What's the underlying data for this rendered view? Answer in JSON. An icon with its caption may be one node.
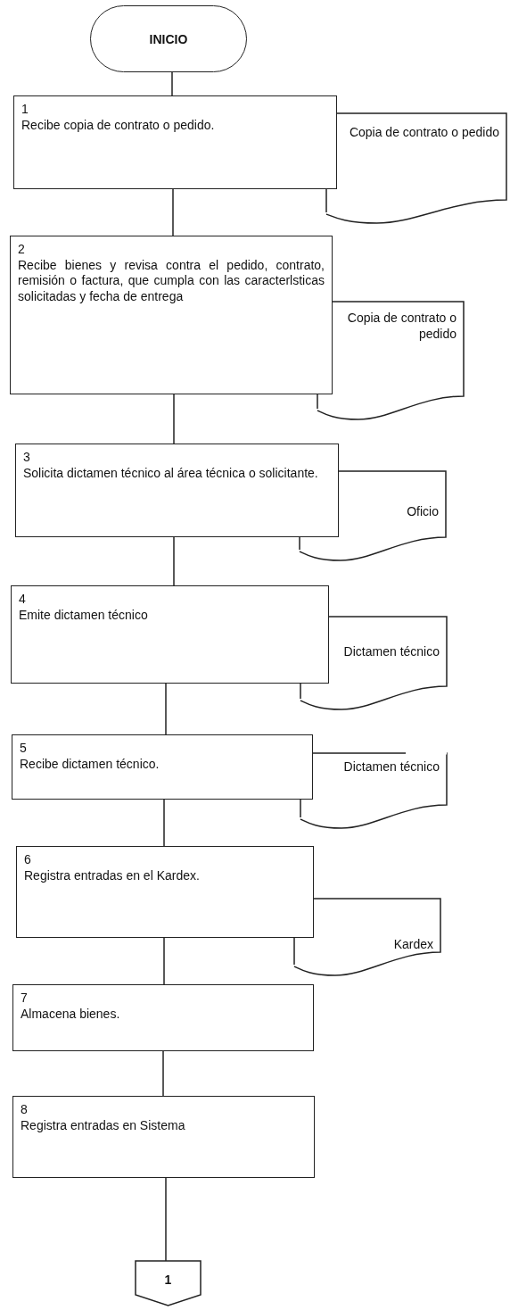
{
  "diagram": {
    "nodes": [
      {
        "text": [
          "INICIO"
        ]
      },
      {
        "text": [
          "1",
          "Recibe copia de contrato o pedido."
        ]
      },
      {
        "text": [
          "Copia de contrato o pedido"
        ]
      },
      {
        "text": [
          "2",
          "Recibe bienes y revisa contra el pedido, contrato, remisión o factura, que cumpla con las caracterlsticas solicitadas y fecha de entrega"
        ]
      },
      {
        "text": [
          "Copia de contrato o pedido"
        ]
      },
      {
        "text": [
          "3",
          "Solicita dictamen técnico al área técnica o solicitante."
        ]
      },
      {
        "text": [
          "Oficio"
        ]
      },
      {
        "text": [
          "4",
          "Emite dictamen técnico"
        ]
      },
      {
        "text": [
          "Dictamen técnico"
        ]
      },
      {
        "text": [
          "5",
          "Recibe dictamen técnico."
        ]
      },
      {
        "text": [
          "Dictamen técnico"
        ]
      },
      {
        "text": [
          "6",
          "Registra entradas en el Kardex."
        ]
      },
      {
        "text": [
          "Kardex"
        ]
      },
      {
        "text": [
          "7",
          "Almacena bienes."
        ]
      },
      {
        "text": [
          "8",
          "Registra entradas en Sistema"
        ]
      },
      {
        "text": [
          "1"
        ]
      }
    ],
    "edges": [
      {
        "from": 0,
        "to": 1,
        "arrow": "none"
      },
      {
        "from": 1,
        "to": 3,
        "arrow": "none"
      },
      {
        "from": 3,
        "to": 5,
        "arrow": "none"
      },
      {
        "from": 5,
        "to": 7,
        "arrow": "none"
      },
      {
        "from": 7,
        "to": 9,
        "arrow": "none"
      },
      {
        "from": 9,
        "to": 11,
        "arrow": "none"
      },
      {
        "from": 11,
        "to": 13,
        "arrow": "none"
      },
      {
        "from": 13,
        "to": 14,
        "arrow": "none"
      },
      {
        "from": 14,
        "to": 15,
        "arrow": "none"
      }
    ]
  }
}
